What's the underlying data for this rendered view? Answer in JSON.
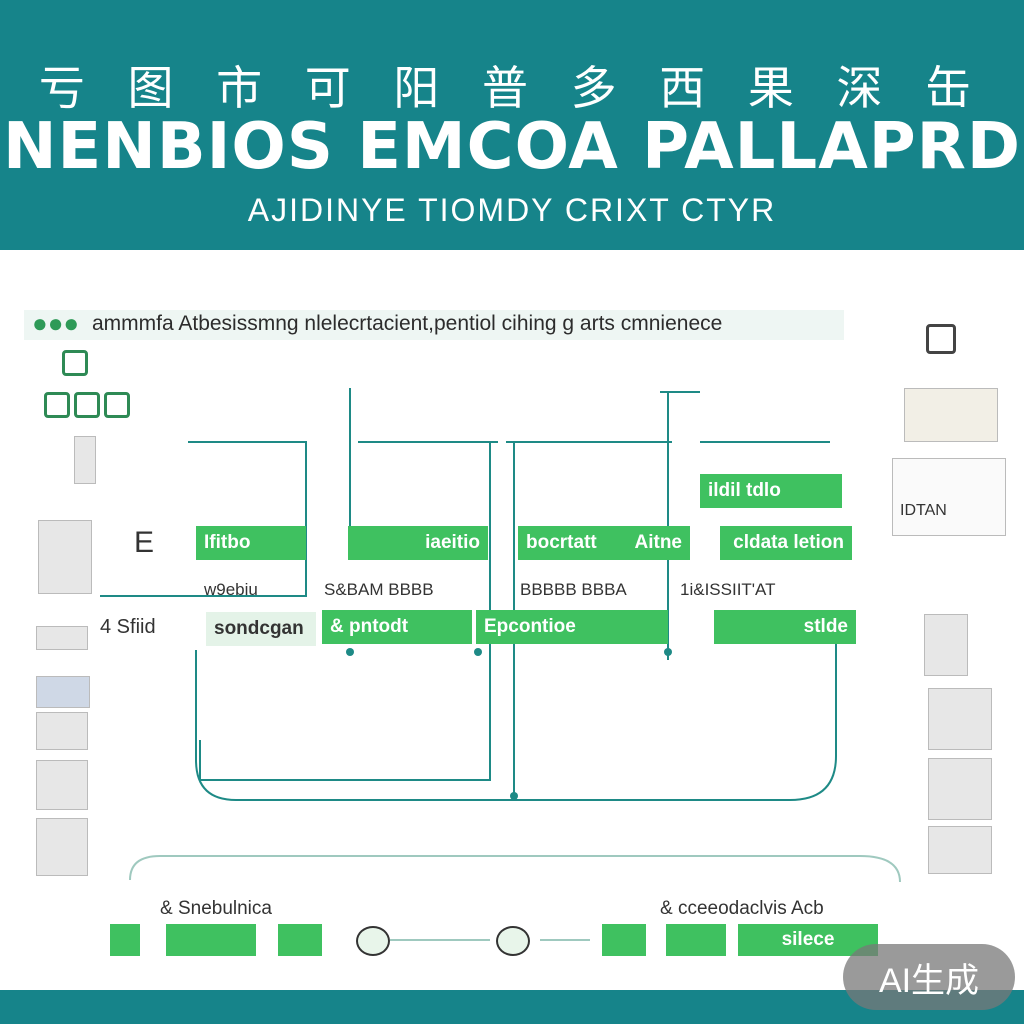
{
  "header": {
    "chinese_title": "亏 图 市 可 阳 普 多 西 果 深 缶",
    "main_title": "NENBIOS EMCOA PALLAPRD",
    "subtitle": "AJIDINYE TIOMDY CRIXT CTYR"
  },
  "legend": {
    "icons": "●●●",
    "text": "ammmfa Atbesissmng  nlelecrtacient,pentiol  cihing g arts  cmnienece"
  },
  "nodes": {
    "n1": "Ifitbo",
    "n2": "iaeitio",
    "n3": "bocrtatt",
    "n4": "Aitne",
    "n5": "cldata letion",
    "n6": "ildil tdlo",
    "n7": "sondcgan",
    "n8": "& pntodt",
    "n9": "Epcontioe",
    "n10": "stlde"
  },
  "labels": {
    "l1": "w9ebiu",
    "l2": "S&BAM  BBBB",
    "l3": "BBBBB  BBBA",
    "l4": "1i&ISSIIT'AT",
    "l5": "E",
    "l6": "4 Sfiid"
  },
  "bottom": {
    "label_left": "& Snebulnica",
    "label_right": "& cceeodaclvis Acb",
    "node_right": "silece"
  },
  "right_panel": {
    "tag": "IDTAN"
  },
  "watermark": "AI生成"
}
